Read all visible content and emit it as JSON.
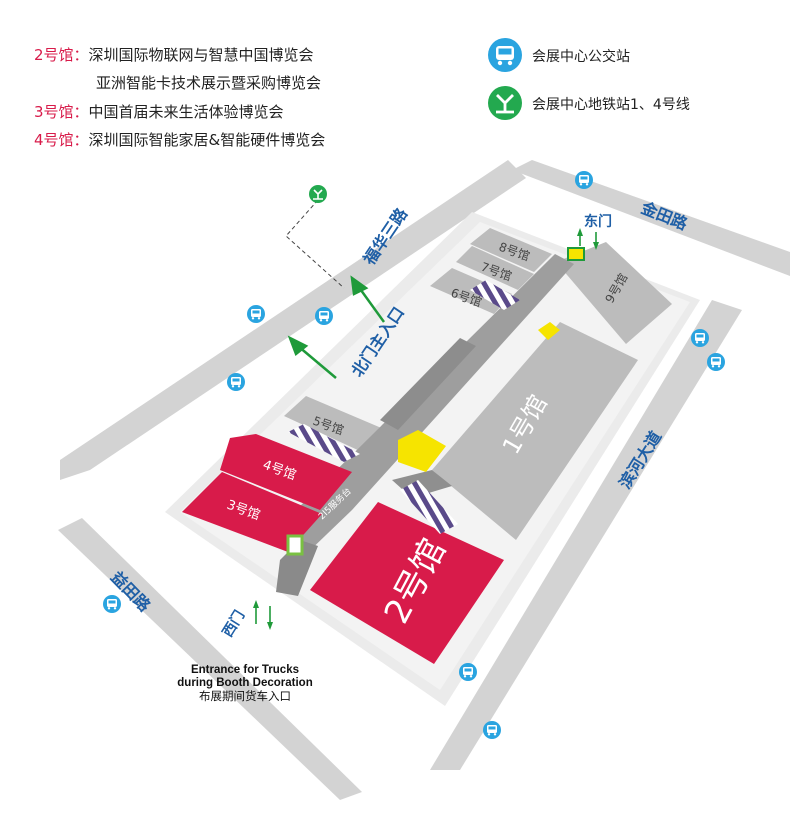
{
  "legend": {
    "halls": [
      {
        "hall": "2号馆：",
        "events": [
          "深圳国际物联网与智慧中国博览会",
          "亚洲智能卡技术展示暨采购博览会"
        ]
      },
      {
        "hall": "3号馆：",
        "events": [
          "中国首届未来生活体验博览会"
        ]
      },
      {
        "hall": "4号馆：",
        "events": [
          "深圳国际智能家居&智能硬件博览会"
        ]
      }
    ],
    "transit": [
      {
        "icon": "bus-stop-icon",
        "label": "会展中心公交站"
      },
      {
        "icon": "metro-icon",
        "label": "会展中心地铁站1、4号线"
      }
    ]
  },
  "roads": {
    "top": "金田路",
    "left": "福华三路",
    "bottom": "益田路",
    "right": "滨河大道"
  },
  "halls": {
    "h1": "1号馆",
    "h2": "2号馆",
    "h3": "3号馆",
    "h4": "4号馆",
    "h5": "5号馆",
    "h6": "6号馆",
    "h7": "7号馆",
    "h8": "8号馆",
    "h9": "9号馆"
  },
  "entrances": {
    "east": "东门",
    "west": "西门",
    "north": "北门主入口",
    "service_desk": "2I5服务台"
  },
  "truck_note": {
    "en": [
      "Entrance for Trucks",
      "during Booth Decoration"
    ],
    "zh": "布展期间货车入口"
  },
  "colors": {
    "featured_hall": "#d81b4a",
    "hall_gray": "#bcbcbc",
    "road": "#d3d3d3",
    "road_label": "#1f5fa6",
    "bus_icon": "#2aa4e0",
    "metro_icon": "#23a94f",
    "arrow": "#1f9a3a",
    "highlight": "#f6e400"
  }
}
